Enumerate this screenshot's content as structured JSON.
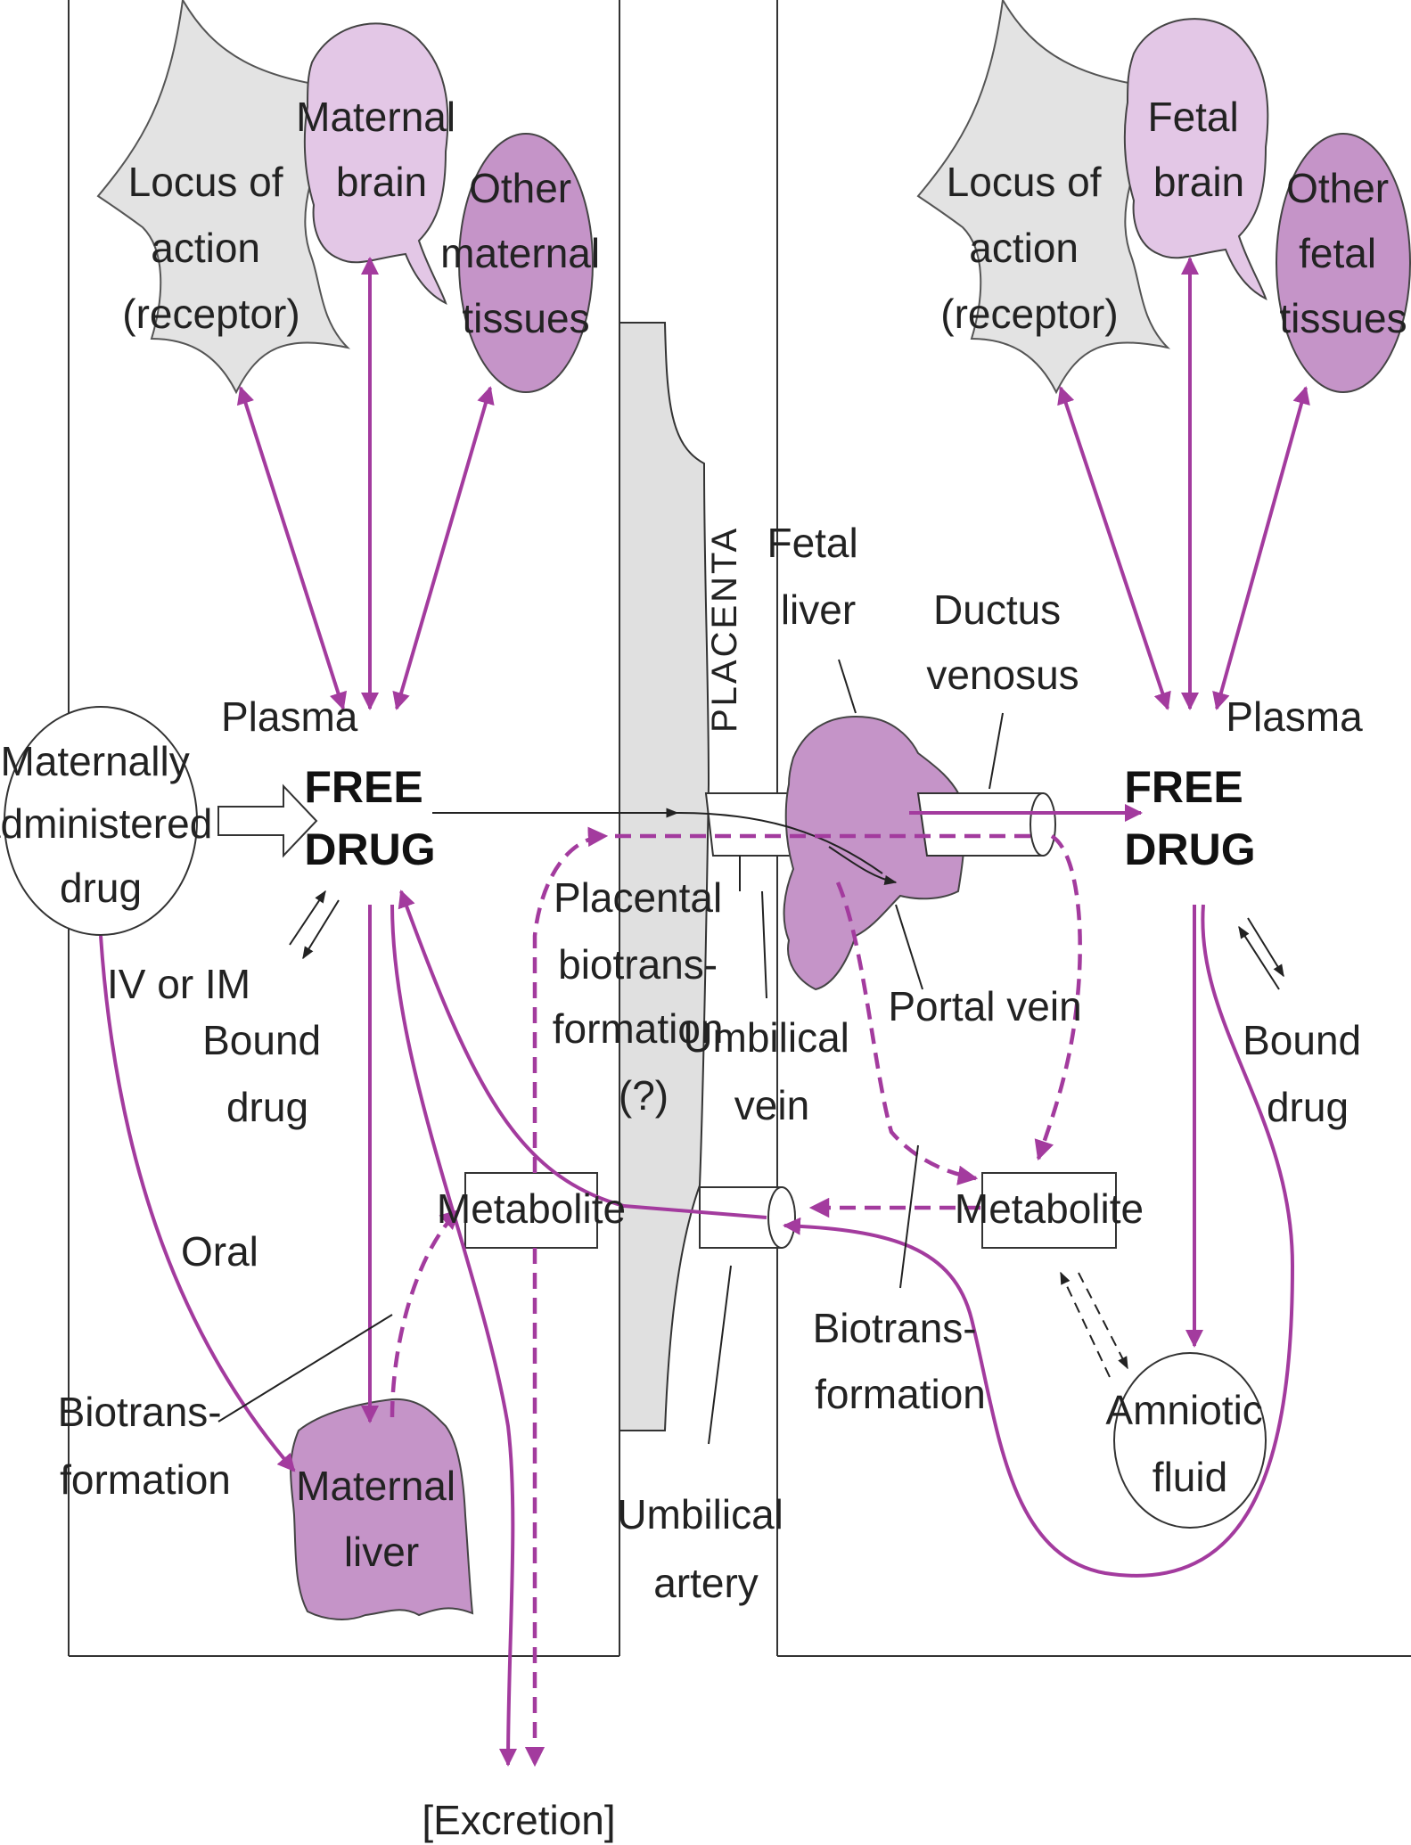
{
  "colors": {
    "purple_arrow": "#a33b9e",
    "dark_organ": "#c594c8",
    "light_organ": "#e3c7e6",
    "receptor_gray": "#e3e3e3",
    "placenta_gray": "#e0e0e0"
  },
  "maternal": {
    "locus": [
      "Locus of",
      "action",
      "(receptor)"
    ],
    "brain": [
      "Maternal",
      "brain"
    ],
    "tissues": [
      "Other",
      "maternal",
      "tissues"
    ],
    "plasma": "Plasma",
    "free_drug": [
      "FREE",
      "DRUG"
    ],
    "administered": [
      "Maternally",
      "administered",
      "drug"
    ],
    "iv_im": "IV or IM",
    "oral": "Oral",
    "bound_drug": [
      "Bound",
      "drug"
    ],
    "biotransformation": [
      "Biotrans-",
      "formation"
    ],
    "liver": [
      "Maternal",
      "liver"
    ],
    "metabolite": "Metabolite",
    "excretion": "[Excretion]"
  },
  "placenta": {
    "title": "PLACENTA",
    "placental_biotransformation": [
      "Placental",
      "biotrans-",
      "formation",
      "(?)"
    ],
    "umbilical_vein": [
      "Umbilical",
      "vein"
    ],
    "umbilical_artery": [
      "Umbilical",
      "artery"
    ]
  },
  "fetal": {
    "locus": [
      "Locus of",
      "action",
      "(receptor)"
    ],
    "brain": [
      "Fetal",
      "brain"
    ],
    "tissues": [
      "Other",
      "fetal",
      "tissues"
    ],
    "plasma": "Plasma",
    "free_drug": [
      "FREE",
      "DRUG"
    ],
    "fetal_liver": [
      "Fetal",
      "liver"
    ],
    "ductus_venosus": [
      "Ductus",
      "venosus"
    ],
    "portal_vein": "Portal vein",
    "bound_drug": [
      "Bound",
      "drug"
    ],
    "metabolite": "Metabolite",
    "biotransformation": [
      "Biotrans-",
      "formation"
    ],
    "amniotic_fluid": [
      "Amniotic",
      "fluid"
    ]
  }
}
